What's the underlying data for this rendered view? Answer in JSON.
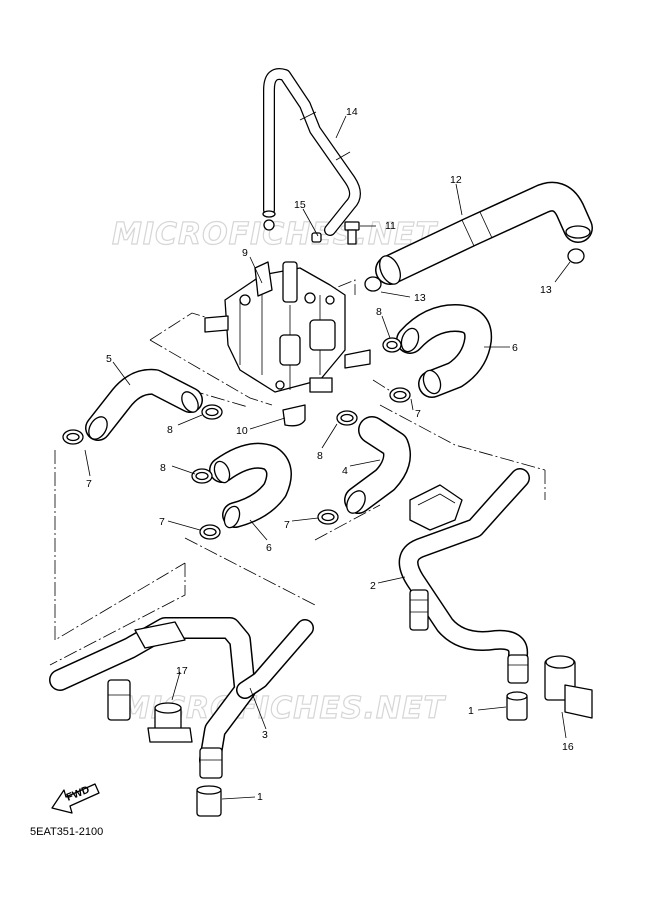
{
  "watermark": "MICROFICHES.NET",
  "drawing_code": "5EAT351-2100",
  "fwd_label": "FWD",
  "callouts": {
    "p14": "14",
    "p12": "12",
    "p15": "15",
    "p11": "11",
    "p9": "9",
    "p13a": "13",
    "p13b": "13",
    "p8a": "8",
    "p6a": "6",
    "p5": "5",
    "p8b": "8",
    "p10": "10",
    "p7a": "7",
    "p7b": "7",
    "p8c": "8",
    "p4": "4",
    "p8d": "8",
    "p7c": "7",
    "p6b": "6",
    "p7d": "7",
    "p2": "2",
    "p17": "17",
    "p3": "3",
    "p1a": "1",
    "p16": "16",
    "p1b": "1"
  }
}
